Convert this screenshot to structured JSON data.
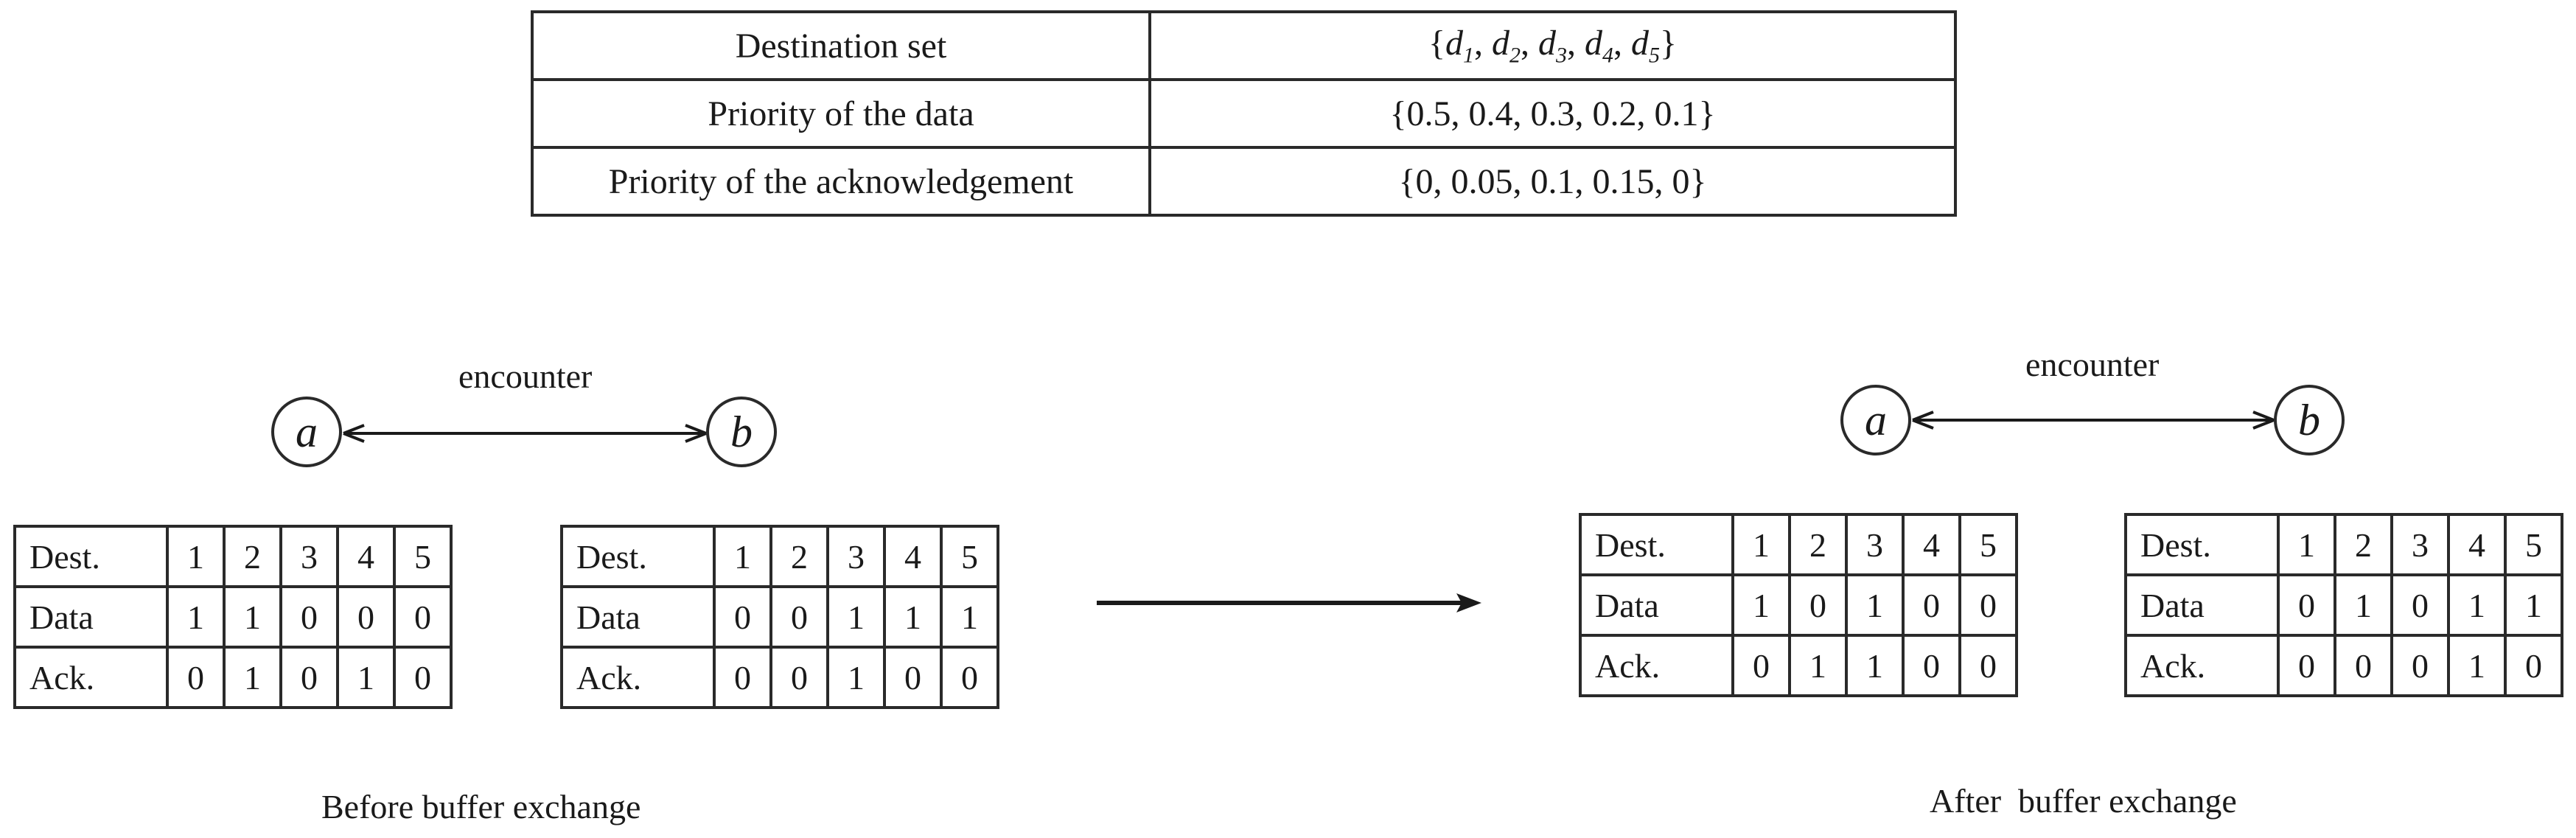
{
  "priority_table": {
    "rows": [
      {
        "label": "Destination set",
        "value": "{d1, d2, d3, d4, d5}"
      },
      {
        "label": "Priority of the data",
        "value": "{0.5, 0.4, 0.3, 0.2, 0.1}"
      },
      {
        "label": "Priority of the acknowledgement",
        "value": "{0, 0.05, 0.1, 0.15, 0}"
      }
    ],
    "destination_set": {
      "open": "{",
      "close": "}",
      "items": [
        {
          "base": "d",
          "sub": "1"
        },
        {
          "base": "d",
          "sub": "2"
        },
        {
          "base": "d",
          "sub": "3"
        },
        {
          "base": "d",
          "sub": "4"
        },
        {
          "base": "d",
          "sub": "5"
        }
      ]
    }
  },
  "before": {
    "encounter_label": "encounter",
    "node_a": "a",
    "node_b": "b",
    "caption": "Before buffer exchange",
    "buffer_a": {
      "header": [
        "Dest.",
        "1",
        "2",
        "3",
        "4",
        "5"
      ],
      "data": [
        "Data",
        "1",
        "1",
        "0",
        "0",
        "0"
      ],
      "ack": [
        "Ack.",
        "0",
        "1",
        "0",
        "1",
        "0"
      ]
    },
    "buffer_b": {
      "header": [
        "Dest.",
        "1",
        "2",
        "3",
        "4",
        "5"
      ],
      "data": [
        "Data",
        "0",
        "0",
        "1",
        "1",
        "1"
      ],
      "ack": [
        "Ack.",
        "0",
        "0",
        "1",
        "0",
        "0"
      ]
    }
  },
  "after": {
    "encounter_label": "encounter",
    "node_a": "a",
    "node_b": "b",
    "caption": "After  buffer exchange",
    "buffer_a": {
      "header": [
        "Dest.",
        "1",
        "2",
        "3",
        "4",
        "5"
      ],
      "data": [
        "Data",
        "1",
        "0",
        "1",
        "0",
        "0"
      ],
      "ack": [
        "Ack.",
        "0",
        "1",
        "1",
        "0",
        "0"
      ]
    },
    "buffer_b": {
      "header": [
        "Dest.",
        "1",
        "2",
        "3",
        "4",
        "5"
      ],
      "data": [
        "Data",
        "0",
        "1",
        "0",
        "1",
        "1"
      ],
      "ack": [
        "Ack.",
        "0",
        "0",
        "0",
        "1",
        "0"
      ]
    }
  }
}
